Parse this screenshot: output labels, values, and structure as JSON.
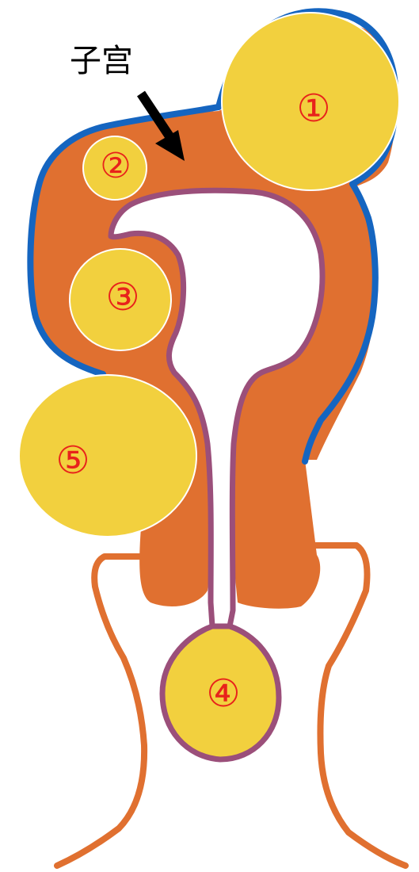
{
  "labels": {
    "uterus": "子宫",
    "n1": "①",
    "n2": "②",
    "n3": "③",
    "n4": "④",
    "n5": "⑤"
  },
  "colors": {
    "uterus_body": "#e07030",
    "serosa_outline": "#1565c0",
    "cavity_outline": "#9b4f7a",
    "fibroid": "#f2d03e",
    "number_text": "#e8221b",
    "vagina_outline": "#e07030",
    "arrow": "#000000"
  }
}
